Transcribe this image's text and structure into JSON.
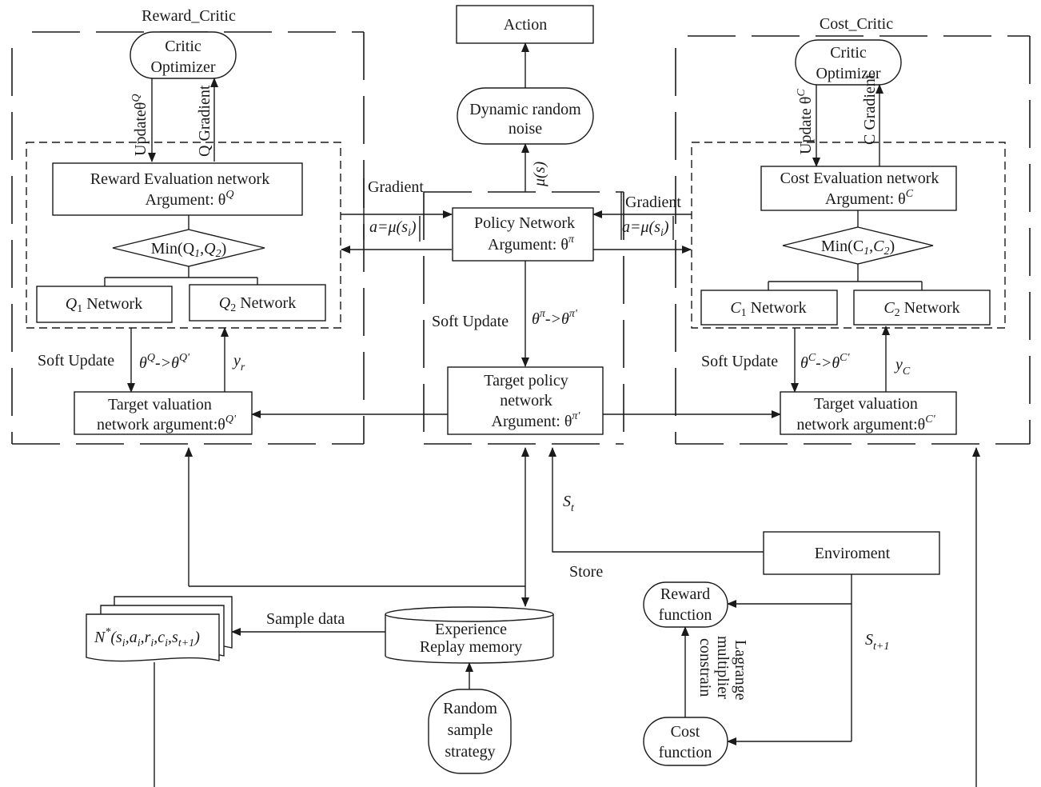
{
  "reward_critic": {
    "title": "Reward_Critic",
    "optimizer": [
      "Critic",
      "Optimizer"
    ],
    "update_label": "Updateθ",
    "update_sup": "Q",
    "gradient_label": "Q Gradient",
    "eval_network_line1": "Reward Evaluation network",
    "eval_network_line2": "Argument: θ",
    "eval_network_sup": "Q",
    "min": "Min(Q",
    "q1_network": "Network",
    "q2_network": "Network",
    "soft_update": "Soft Update",
    "theta_update": "θ",
    "y_label": "y",
    "y_sub": "r",
    "target_line1": "Target valuation",
    "target_line2": "network argument:θ",
    "target_sup": "Q'"
  },
  "policy": {
    "action": "Action",
    "noise_line1": "Dynamic random",
    "noise_line2": "noise",
    "mu_label": "μ(s)",
    "gradient_left": "Gradient",
    "action_left": "a=μ(s",
    "gradient_right": "Gradient",
    "action_right": "a=μ(s",
    "network_line1": "Policy Network",
    "network_line2": "Argument: θ",
    "network_sup": "π",
    "soft_update": "Soft Update",
    "theta_update": "θ",
    "target_line1": "Target policy",
    "target_line2": "network",
    "target_line3": "Argument: θ",
    "target_sup": "π'"
  },
  "cost_critic": {
    "title": "Cost_Critic",
    "optimizer": [
      "Critic",
      "Optimizer"
    ],
    "update_label": "Update θ",
    "update_sup": "C",
    "gradient_label": "C Gradient",
    "eval_network_line1": "Cost Evaluation network",
    "eval_network_line2": "Argument: θ",
    "eval_network_sup": "C",
    "min": "Min(C",
    "c1_network": "Network",
    "c2_network": "Network",
    "soft_update": "Soft Update",
    "theta_update": "θ",
    "y_label": "y",
    "y_sub": "C",
    "target_line1": "Target valuation",
    "target_line2": "network argument:θ",
    "target_sup": "C'"
  },
  "bottom": {
    "state_label": "S",
    "state_sub": "t",
    "store": "Store",
    "environment": "Enviroment",
    "sample_data": "Sample data",
    "batch": "N",
    "experience": [
      "Experience",
      "Replay memory"
    ],
    "random_sample": [
      "Random",
      "sample",
      "strategy"
    ],
    "reward_function": [
      "Reward",
      "function"
    ],
    "cost_function": [
      "Cost",
      "function"
    ],
    "lagrange": [
      "Lagrange",
      "multiplier",
      "constrain"
    ],
    "next_state_label": "S",
    "next_state_sub": "t+1"
  }
}
